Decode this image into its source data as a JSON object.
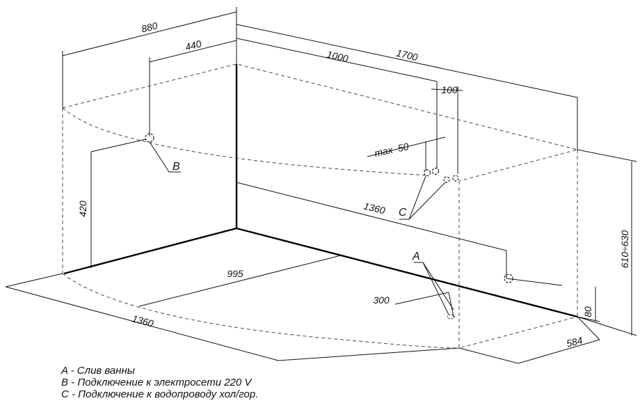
{
  "dimensions": {
    "d880": "880",
    "d440": "440",
    "d1000": "1000",
    "d1700": "1700",
    "d100": "100",
    "max50": "max  50",
    "d420": "420",
    "d1360_back": "1360",
    "d995": "995",
    "d300": "300",
    "d1360_front": "1360",
    "d610_630": "610÷630",
    "d80": "80",
    "d584": "584"
  },
  "callouts": {
    "a": "A",
    "b": "B",
    "c": "C"
  },
  "legend": [
    "A - Слив ванны",
    "B - Подключение к электросети 220 V",
    "C - Подключение к водопроводу хол/гор."
  ]
}
